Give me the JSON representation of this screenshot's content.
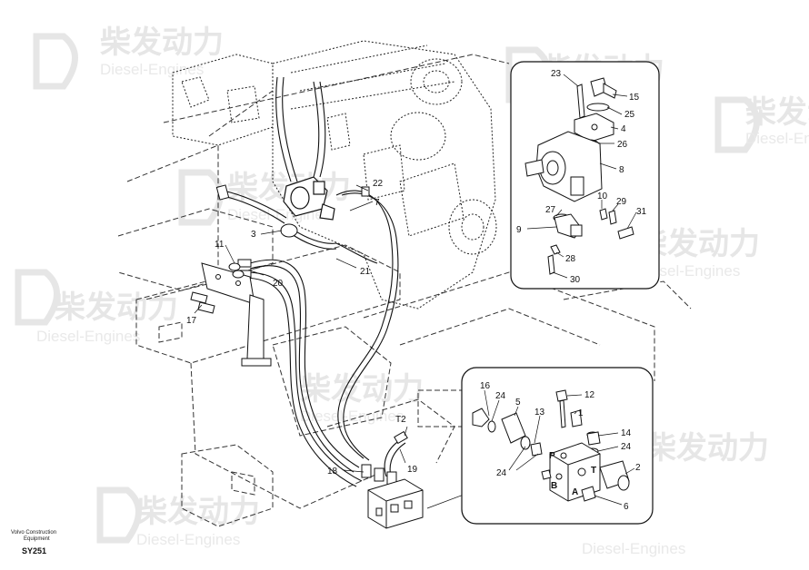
{
  "watermark": {
    "cn": "柴发动力",
    "en": "Diesel-Engines"
  },
  "footer": {
    "line1": "Volvo Construction",
    "line2": "Equipment",
    "code": "SY251"
  },
  "callouts": {
    "main": [
      "22",
      "7",
      "3",
      "11",
      "20",
      "21",
      "17",
      "T2",
      "19",
      "18"
    ],
    "pump_inset": [
      "23",
      "15",
      "25",
      "4",
      "26",
      "8",
      "27",
      "10",
      "29",
      "31",
      "9",
      "28",
      "30"
    ],
    "valve_inset": [
      "16",
      "24",
      "5",
      "13",
      "12",
      "1",
      "14",
      "24",
      "24",
      "P",
      "T",
      "B",
      "A",
      "2",
      "6"
    ]
  }
}
